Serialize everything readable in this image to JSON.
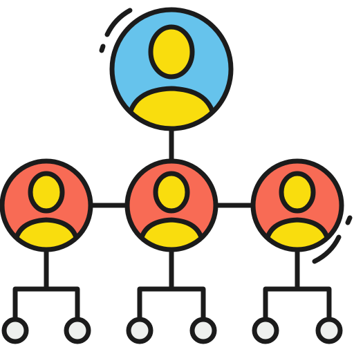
{
  "diagram": {
    "type": "organization-hierarchy-icon",
    "nodes": [
      {
        "id": "top",
        "level": 0,
        "icon": "person-icon",
        "fill": "#66C3EC"
      },
      {
        "id": "mid-left",
        "level": 1,
        "icon": "person-icon",
        "fill": "#F86B55"
      },
      {
        "id": "mid-center",
        "level": 1,
        "icon": "person-icon",
        "fill": "#F86B55"
      },
      {
        "id": "mid-right",
        "level": 1,
        "icon": "person-icon",
        "fill": "#F86B55"
      },
      {
        "id": "leaf-1",
        "level": 2,
        "icon": "leaf-node-icon",
        "fill": "#EEF0EE"
      },
      {
        "id": "leaf-2",
        "level": 2,
        "icon": "leaf-node-icon",
        "fill": "#EEF0EE"
      },
      {
        "id": "leaf-3",
        "level": 2,
        "icon": "leaf-node-icon",
        "fill": "#EEF0EE"
      },
      {
        "id": "leaf-4",
        "level": 2,
        "icon": "leaf-node-icon",
        "fill": "#EEF0EE"
      },
      {
        "id": "leaf-5",
        "level": 2,
        "icon": "leaf-node-icon",
        "fill": "#EEF0EE"
      },
      {
        "id": "leaf-6",
        "level": 2,
        "icon": "leaf-node-icon",
        "fill": "#EEF0EE"
      }
    ],
    "edges": [
      [
        "top",
        "mid-center"
      ],
      [
        "mid-left",
        "mid-center"
      ],
      [
        "mid-center",
        "mid-right"
      ],
      [
        "mid-left",
        "leaf-1"
      ],
      [
        "mid-left",
        "leaf-2"
      ],
      [
        "mid-center",
        "leaf-3"
      ],
      [
        "mid-center",
        "leaf-4"
      ],
      [
        "mid-right",
        "leaf-5"
      ],
      [
        "mid-right",
        "leaf-6"
      ]
    ],
    "colors": {
      "outline": "#1B1B1B",
      "person": "#F9DD0E",
      "top_node": "#66C3EC",
      "mid_node": "#F86B55",
      "leaf_node": "#EEF0EE"
    }
  }
}
